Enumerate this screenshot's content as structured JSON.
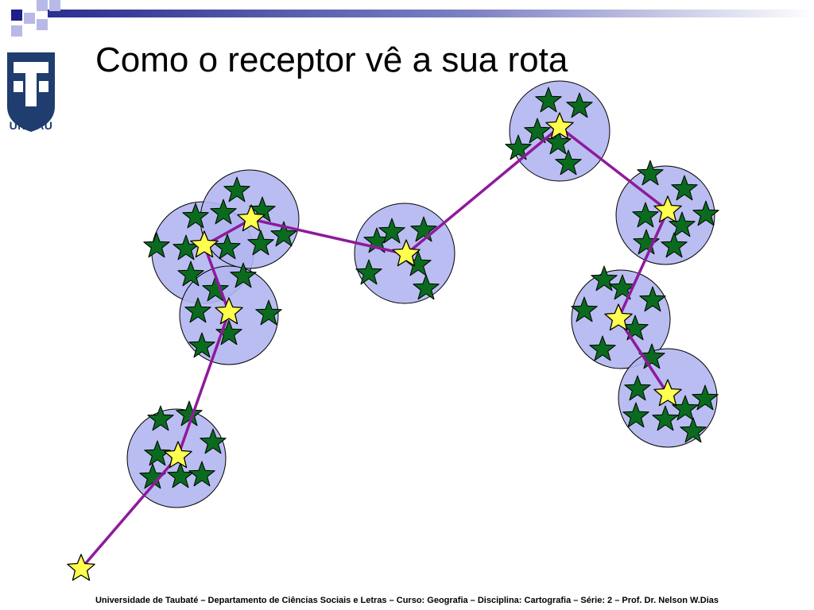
{
  "title": "Como o receptor vê a sua rota",
  "logo": {
    "text": "UNITAU",
    "color": "#1f3d6e"
  },
  "footer": "Universidade de Taubaté  –  Departamento de  Ciências Sociais e Letras  –   Curso: Geografia  –  Disciplina: Cartografia  –   Série: 2  –  Prof. Dr. Nelson W.Dias",
  "colors": {
    "header_band": "#2b2f8f",
    "header_square_dark": "#1f1f8a",
    "header_square_light": "#b7b9e6",
    "circle_fill": "#b3b6ef",
    "circle_stroke": "#000000",
    "satellite_star": "#0a6b1f",
    "position_star": "#ffff4d",
    "route_line": "#8e1a9c"
  }
}
